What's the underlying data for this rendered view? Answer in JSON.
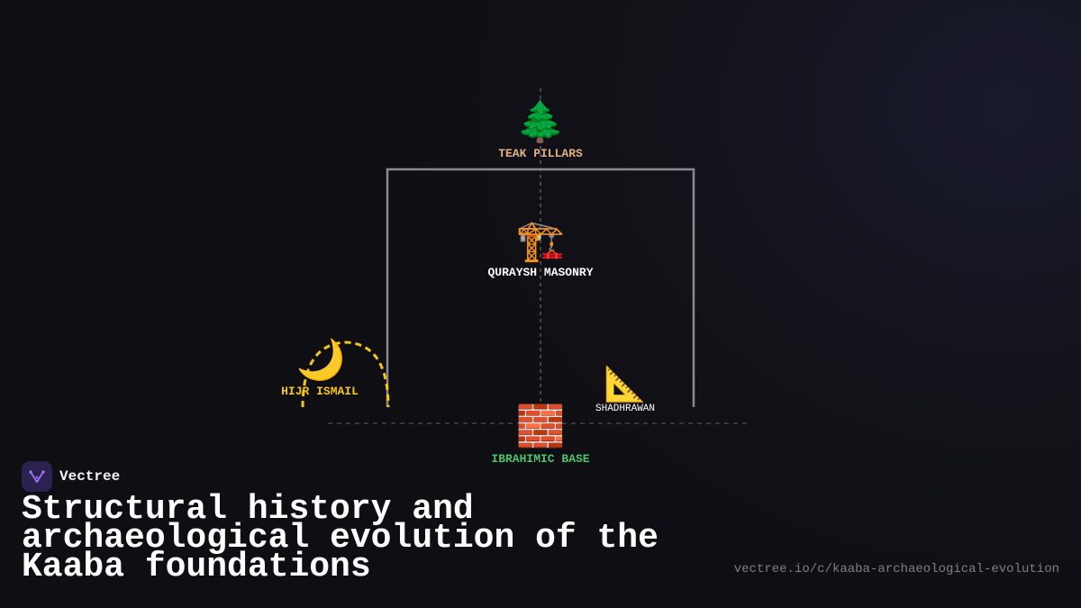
{
  "diagram": {
    "nodes": {
      "teak": {
        "icon": "evergreen-tree-icon",
        "glyph": "🌲",
        "label": "TEAK PILLARS",
        "color": "#e0b080"
      },
      "quraysh": {
        "icon": "construction-crane-icon",
        "glyph": "🏗️",
        "label": "QURAYSH MASONRY",
        "color": "#ffffff"
      },
      "hijr": {
        "icon": "crescent-moon-icon",
        "glyph": "🌙",
        "label": "HIJR ISMAIL",
        "color": "#f5c518"
      },
      "shadhrawan": {
        "icon": "triangular-ruler-icon",
        "glyph": "📐",
        "label": "SHADHRAWAN",
        "color": "#ffffff"
      },
      "base": {
        "icon": "brick-icon",
        "glyph": "🧱",
        "label": "IBRAHIMIC BASE",
        "color": "#4cc46a"
      }
    }
  },
  "brand": {
    "name": "Vectree",
    "logo_icon": "vectree-logo-icon"
  },
  "title": "Structural history and archaeological evolution of the Kaaba foundations",
  "url": "vectree.io/c/kaaba-archaeological-evolution"
}
